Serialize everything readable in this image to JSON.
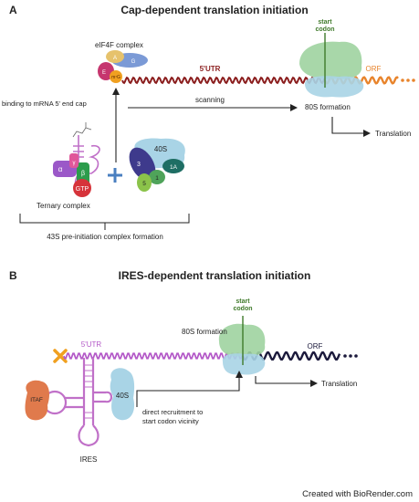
{
  "panel_a": {
    "letter": "A",
    "title": "Cap-dependent translation initiation",
    "start_codon_line1": "start",
    "start_codon_line2": "codon",
    "eif4f_label": "eIF4F complex",
    "eif4f_sub_a": "A",
    "eif4f_sub_g": "G",
    "eif4f_sub_e": "E",
    "cap_label": "m⁷G",
    "utr_label": "5'UTR",
    "orf_label": "ORF",
    "binding_label": "binding to mRNA 5' end cap",
    "scanning_label": "scanning",
    "s80_label": "80S formation",
    "translation_label": "Translation",
    "ternary_alpha": "α",
    "ternary_beta": "β",
    "ternary_gamma": "γ",
    "gtp_label": "GTP",
    "ternary_label": "Ternary complex",
    "s40_label": "40S",
    "factor_3": "3",
    "factor_1a": "1A",
    "factor_1": "1",
    "factor_5": "5",
    "pic_label": "43S pre-initiation complex formation"
  },
  "panel_b": {
    "letter": "B",
    "title": "IRES-dependent translation initiation",
    "start_codon_line1": "start",
    "start_codon_line2": "codon",
    "s80_label": "80S formation",
    "utr_label": "5'UTR",
    "orf_label": "ORF",
    "itaf_label": "ITAF",
    "s40_label": "40S",
    "direct_line1": "direct recruitment to",
    "direct_line2": "start codon vicinity",
    "translation_label": "Translation",
    "ires_label": "IRES"
  },
  "footer": {
    "credit": "Created with BioRender.com"
  },
  "colors": {
    "utr_a": "#8b1e1e",
    "utr_b": "#b45ac8",
    "orf_a": "#e8842c",
    "orf_b": "#1c1a3c",
    "ribosome_large": "#9ed3a0",
    "ribosome_small": "#a9d4e6",
    "start_codon": "#3f7a2a",
    "title": "#222222"
  }
}
